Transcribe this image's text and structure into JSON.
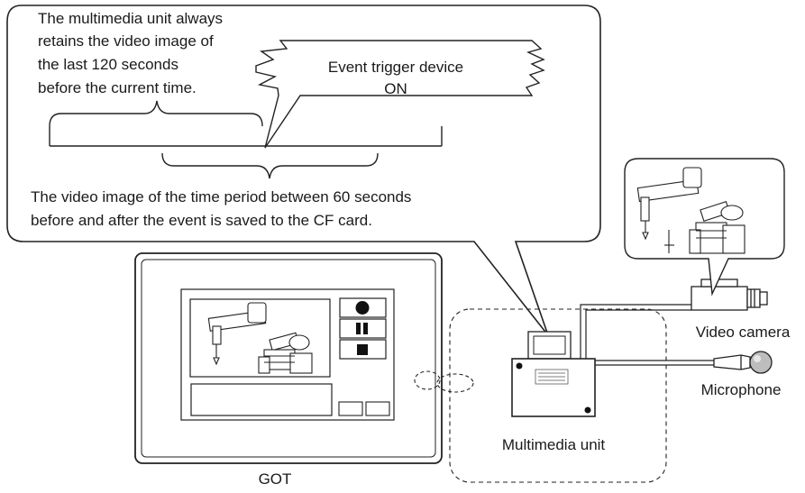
{
  "callout": {
    "retention_lines": [
      "The multimedia unit always",
      "retains the video image of",
      "the last 120 seconds",
      "before the current time."
    ],
    "trigger_lines": [
      "Event trigger device",
      "ON"
    ],
    "saved_lines": [
      "The video image of the time period between 60 seconds",
      "before and after the event is saved to the CF card."
    ]
  },
  "labels": {
    "got": "GOT",
    "multimedia_unit": "Multimedia unit",
    "video_camera": "Video camera",
    "microphone": "Microphone"
  },
  "icons": {
    "record": "record-icon",
    "pause": "pause-icon",
    "stop": "stop-icon"
  }
}
